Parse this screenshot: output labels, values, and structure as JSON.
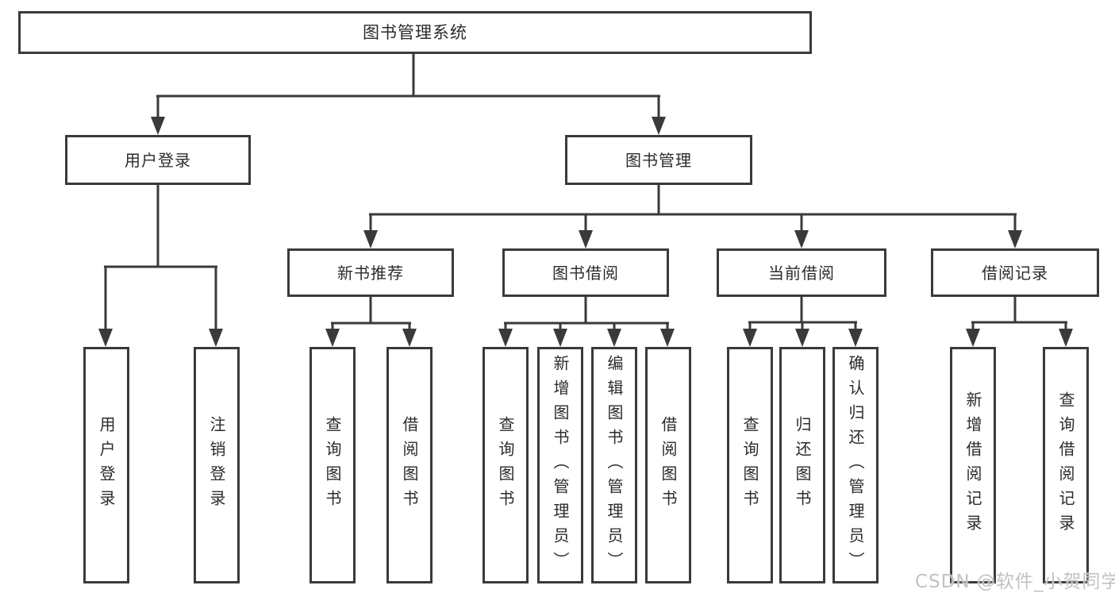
{
  "tree": {
    "root": {
      "label": "图书管理系统",
      "children": [
        {
          "label": "用户登录",
          "children": [
            {
              "label": "用户登录"
            },
            {
              "label": "注销登录"
            }
          ]
        },
        {
          "label": "图书管理",
          "children": [
            {
              "label": "新书推荐",
              "children": [
                {
                  "label": "查询图书"
                },
                {
                  "label": "借阅图书"
                }
              ]
            },
            {
              "label": "图书借阅",
              "children": [
                {
                  "label": "查询图书"
                },
                {
                  "label": "新增图书（管理员）"
                },
                {
                  "label": "编辑图书（管理员）"
                },
                {
                  "label": "借阅图书"
                }
              ]
            },
            {
              "label": "当前借阅",
              "children": [
                {
                  "label": "查询图书"
                },
                {
                  "label": "归还图书"
                },
                {
                  "label": "确认归还（管理员）"
                }
              ]
            },
            {
              "label": "借阅记录",
              "children": [
                {
                  "label": "新增借阅记录"
                },
                {
                  "label": "查询借阅记录"
                }
              ]
            }
          ]
        }
      ]
    }
  },
  "watermark": {
    "text": "CSDN @软件_小贺同学"
  },
  "colors": {
    "line": "#3a3a3a",
    "box_border": "#3a3a3a",
    "text": "#2b2b2b",
    "watermark": "#c2c2c2",
    "background": "#ffffff"
  }
}
